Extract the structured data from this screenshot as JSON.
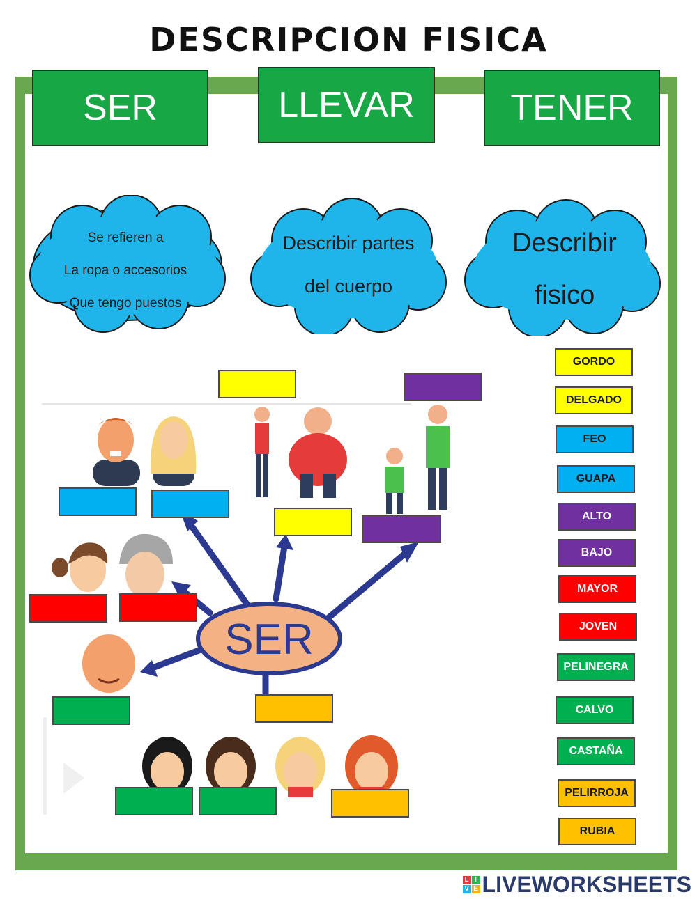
{
  "title": "DESCRIPCION FISICA",
  "verbs": [
    "SER",
    "LLEVAR",
    "TENER"
  ],
  "clouds": [
    {
      "lines": [
        "Se refieren a",
        "La ropa o accesorios",
        "Que tengo puestos"
      ]
    },
    {
      "lines": [
        "Describir partes",
        "del cuerpo"
      ]
    },
    {
      "lines": [
        "Describir",
        "fisico"
      ]
    }
  ],
  "center_label": "SER",
  "words": [
    {
      "text": "GORDO",
      "color": "#ffff00"
    },
    {
      "text": "DELGADO",
      "color": "#ffff00"
    },
    {
      "text": "FEO",
      "color": "#00b0f0"
    },
    {
      "text": "GUAPA",
      "color": "#00b0f0"
    },
    {
      "text": "ALTO",
      "color": "#7030a0"
    },
    {
      "text": "BAJO",
      "color": "#7030a0"
    },
    {
      "text": "MAYOR",
      "color": "#ff0000"
    },
    {
      "text": "JOVEN",
      "color": "#ff0000"
    },
    {
      "text": "PELINEGRA",
      "color": "#00b050"
    },
    {
      "text": "CALVO",
      "color": "#00b050"
    },
    {
      "text": "CASTAÑA",
      "color": "#00b050"
    },
    {
      "text": "PELIRROJA",
      "color": "#ffc000"
    },
    {
      "text": "RUBIA",
      "color": "#ffc000"
    }
  ],
  "brand": "LIVEWORKSHEETS",
  "brand_logo_letters": [
    "L",
    "I",
    "V",
    "E"
  ]
}
